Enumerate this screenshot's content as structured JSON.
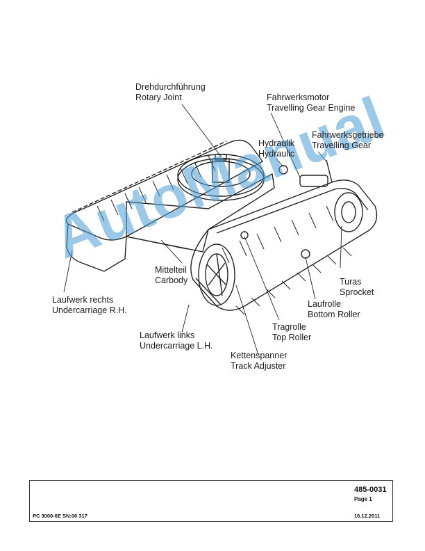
{
  "labels": {
    "rotary_joint": {
      "de": "Drehdurchführung",
      "en": "Rotary Joint"
    },
    "travel_motor": {
      "de": "Fahrwerksmotor",
      "en": "Travelling Gear Engine"
    },
    "hydraulic": {
      "de": "Hydraulik",
      "en": "Hydraulic"
    },
    "travel_gear": {
      "de": "Fahrwerksgetriebe",
      "en": "Travelling Gear"
    },
    "carbody": {
      "de": "Mittelteil",
      "en": "Carbody"
    },
    "undercarriage_rh": {
      "de": "Laufwerk rechts",
      "en": "Undercarriage R.H."
    },
    "undercarriage_lh": {
      "de": "Laufwerk links",
      "en": "Undercarriage L.H."
    },
    "sprocket": {
      "de": "Turas",
      "en": "Sprocket"
    },
    "bottom_roller": {
      "de": "Laufrolle",
      "en": "Bottom Roller"
    },
    "top_roller": {
      "de": "Tragrolle",
      "en": "Top Roller"
    },
    "track_adjuster": {
      "de": "Kettenspanner",
      "en": "Track Adjuster"
    }
  },
  "watermark": "AutoManual",
  "footer": {
    "doc_number": "485-0031",
    "page": "Page 1",
    "model": "PC 3000-6E SN:06 317",
    "date": "16.12.2011"
  },
  "colors": {
    "watermark": "#4a9cd6",
    "line": "#222222"
  }
}
